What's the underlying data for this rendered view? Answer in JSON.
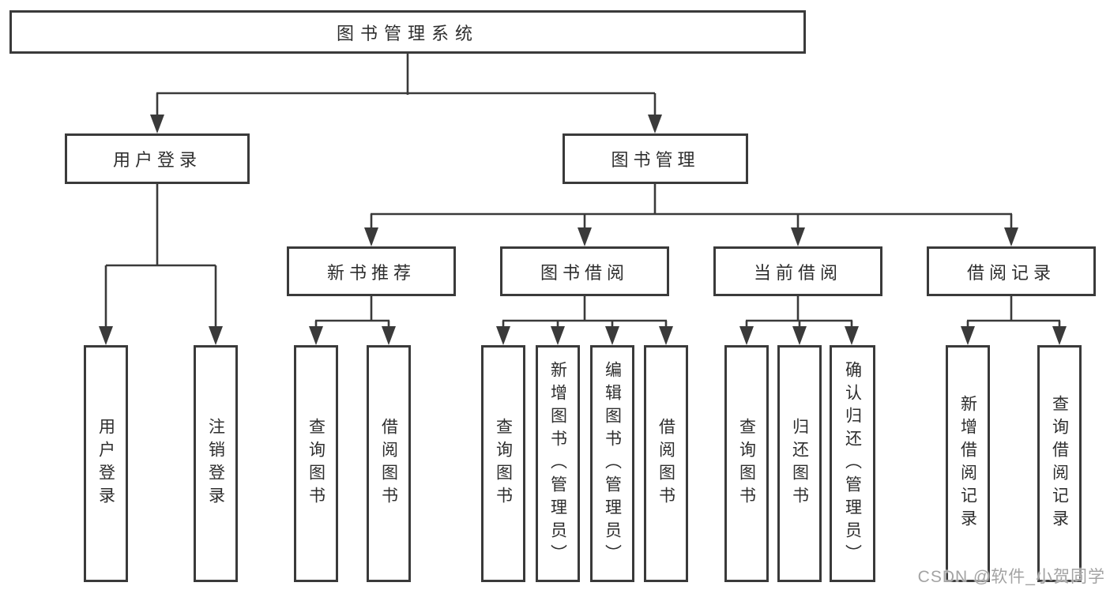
{
  "diagram": {
    "tree": {
      "root": {
        "label": "图书管理系统"
      },
      "children": [
        {
          "label": "用户登录",
          "children": [
            {
              "label": "用户登录"
            },
            {
              "label": "注销登录"
            }
          ]
        },
        {
          "label": "图书管理",
          "children": [
            {
              "label": "新书推荐",
              "children": [
                {
                  "label": "查询图书"
                },
                {
                  "label": "借阅图书"
                }
              ]
            },
            {
              "label": "图书借阅",
              "children": [
                {
                  "label": "查询图书"
                },
                {
                  "label": "新增图书（管理员）"
                },
                {
                  "label": "编辑图书（管理员）"
                },
                {
                  "label": "借阅图书"
                }
              ]
            },
            {
              "label": "当前借阅",
              "children": [
                {
                  "label": "查询图书"
                },
                {
                  "label": "归还图书"
                },
                {
                  "label": "确认归还（管理员）"
                }
              ]
            },
            {
              "label": "借阅记录",
              "children": [
                {
                  "label": "新增借阅记录"
                },
                {
                  "label": "查询借阅记录"
                }
              ]
            }
          ]
        }
      ]
    },
    "watermark": {
      "text": "CSDN @软件_小贺同学"
    },
    "colors": {
      "line": "#3a3a3a",
      "border": "#3a3a3a",
      "text": "#2e2e2e",
      "watermark": "#a3a3a3",
      "background": "#ffffff"
    }
  }
}
